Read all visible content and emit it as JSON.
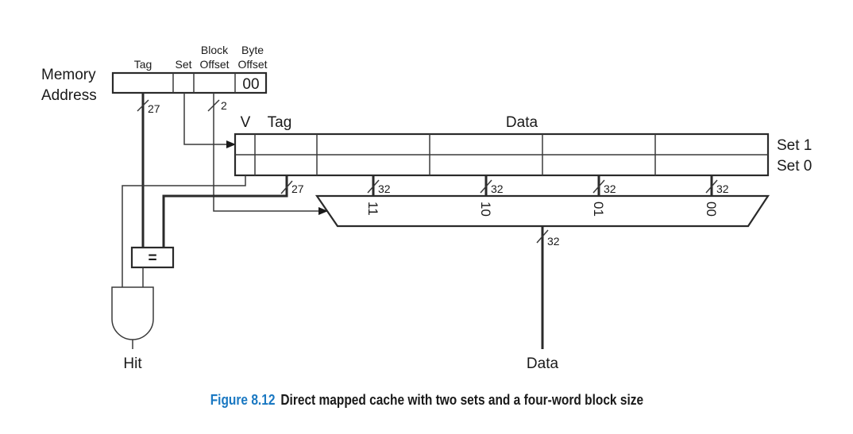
{
  "diagram": {
    "memory_address": {
      "label_line1": "Memory",
      "label_line2": "Address",
      "fields": [
        {
          "name": "Tag",
          "width_bits": "27"
        },
        {
          "name": "Set"
        },
        {
          "name_line1": "Block",
          "name_line2": "Offset",
          "width_bits": "2"
        },
        {
          "name_line1": "Byte",
          "name_line2": "Offset",
          "value": "00"
        }
      ]
    },
    "cache": {
      "col_v": "V",
      "col_tag": "Tag",
      "col_data": "Data",
      "rows": [
        "Set 1",
        "Set 0"
      ],
      "tag_bus_width": "27",
      "word_bus_width": "32"
    },
    "mux": {
      "inputs": [
        "11",
        "10",
        "01",
        "00"
      ],
      "output_width": "32"
    },
    "comparator": {
      "symbol": "="
    },
    "outputs": {
      "hit": "Hit",
      "data": "Data"
    }
  },
  "caption": {
    "figure_label": "Figure 8.12",
    "text": "Direct mapped cache with two sets and a four-word block size",
    "label_color": "#1a78c2"
  }
}
